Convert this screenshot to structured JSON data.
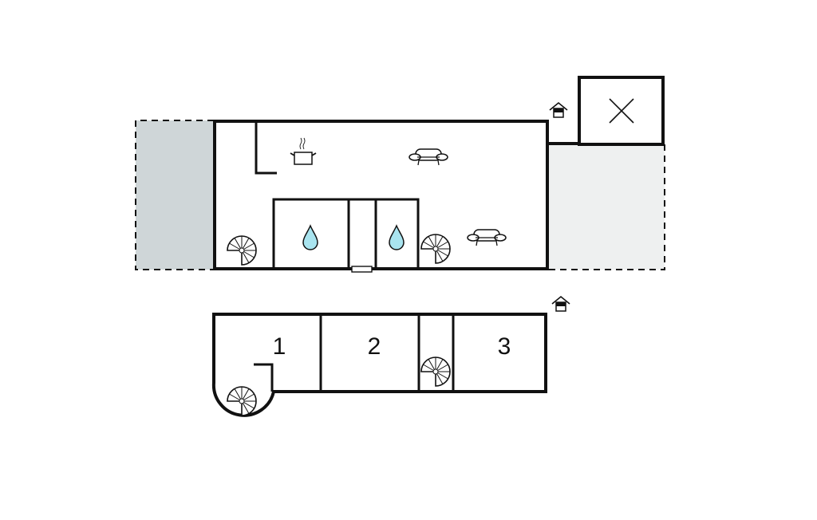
{
  "rooms": [
    {
      "label": "1"
    },
    {
      "label": "2"
    },
    {
      "label": "3"
    }
  ],
  "colors": {
    "wall": "#111111",
    "terrace_dark": "#cfd6d8",
    "terrace_light": "#eef0f0",
    "water": "#a9e4ef"
  },
  "icons": [
    "stove-icon",
    "sofa-icon",
    "water-drop-icon",
    "spiral-stairs-icon",
    "entrance-icon",
    "void-x-icon"
  ]
}
